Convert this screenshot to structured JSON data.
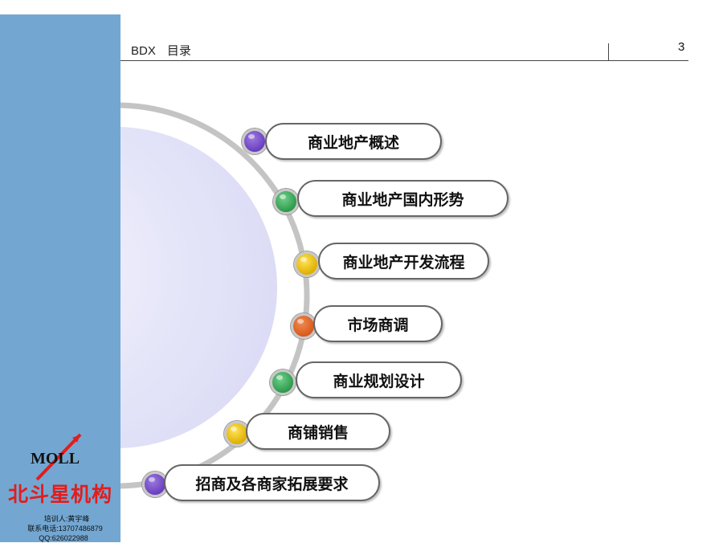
{
  "header": {
    "brand": "BDX",
    "title": "目录",
    "page_number": "3"
  },
  "menu": {
    "items": [
      {
        "label": "商业地产概述",
        "color": "#6a3fc0"
      },
      {
        "label": "商业地产国内形势",
        "color": "#2f9a4c"
      },
      {
        "label": "商业地产开发流程",
        "color": "#e0b000"
      },
      {
        "label": "市场商调",
        "color": "#d85a1c"
      },
      {
        "label": "商业规划设计",
        "color": "#2f9a4c"
      },
      {
        "label": "商铺销售",
        "color": "#e0b000"
      },
      {
        "label": "招商及各商家拓展要求",
        "color": "#6a3fc0"
      }
    ]
  },
  "logo": {
    "brand_latin": "MOLL",
    "brand_cn": "北斗星机构"
  },
  "contact": {
    "trainer": "培训人:黄宇峰",
    "phone": "联系电话:13707486879",
    "qq": "QQ:626022988"
  },
  "colors": {
    "sidebar": "#73a7d2",
    "accent_red": "#e11d1d"
  }
}
